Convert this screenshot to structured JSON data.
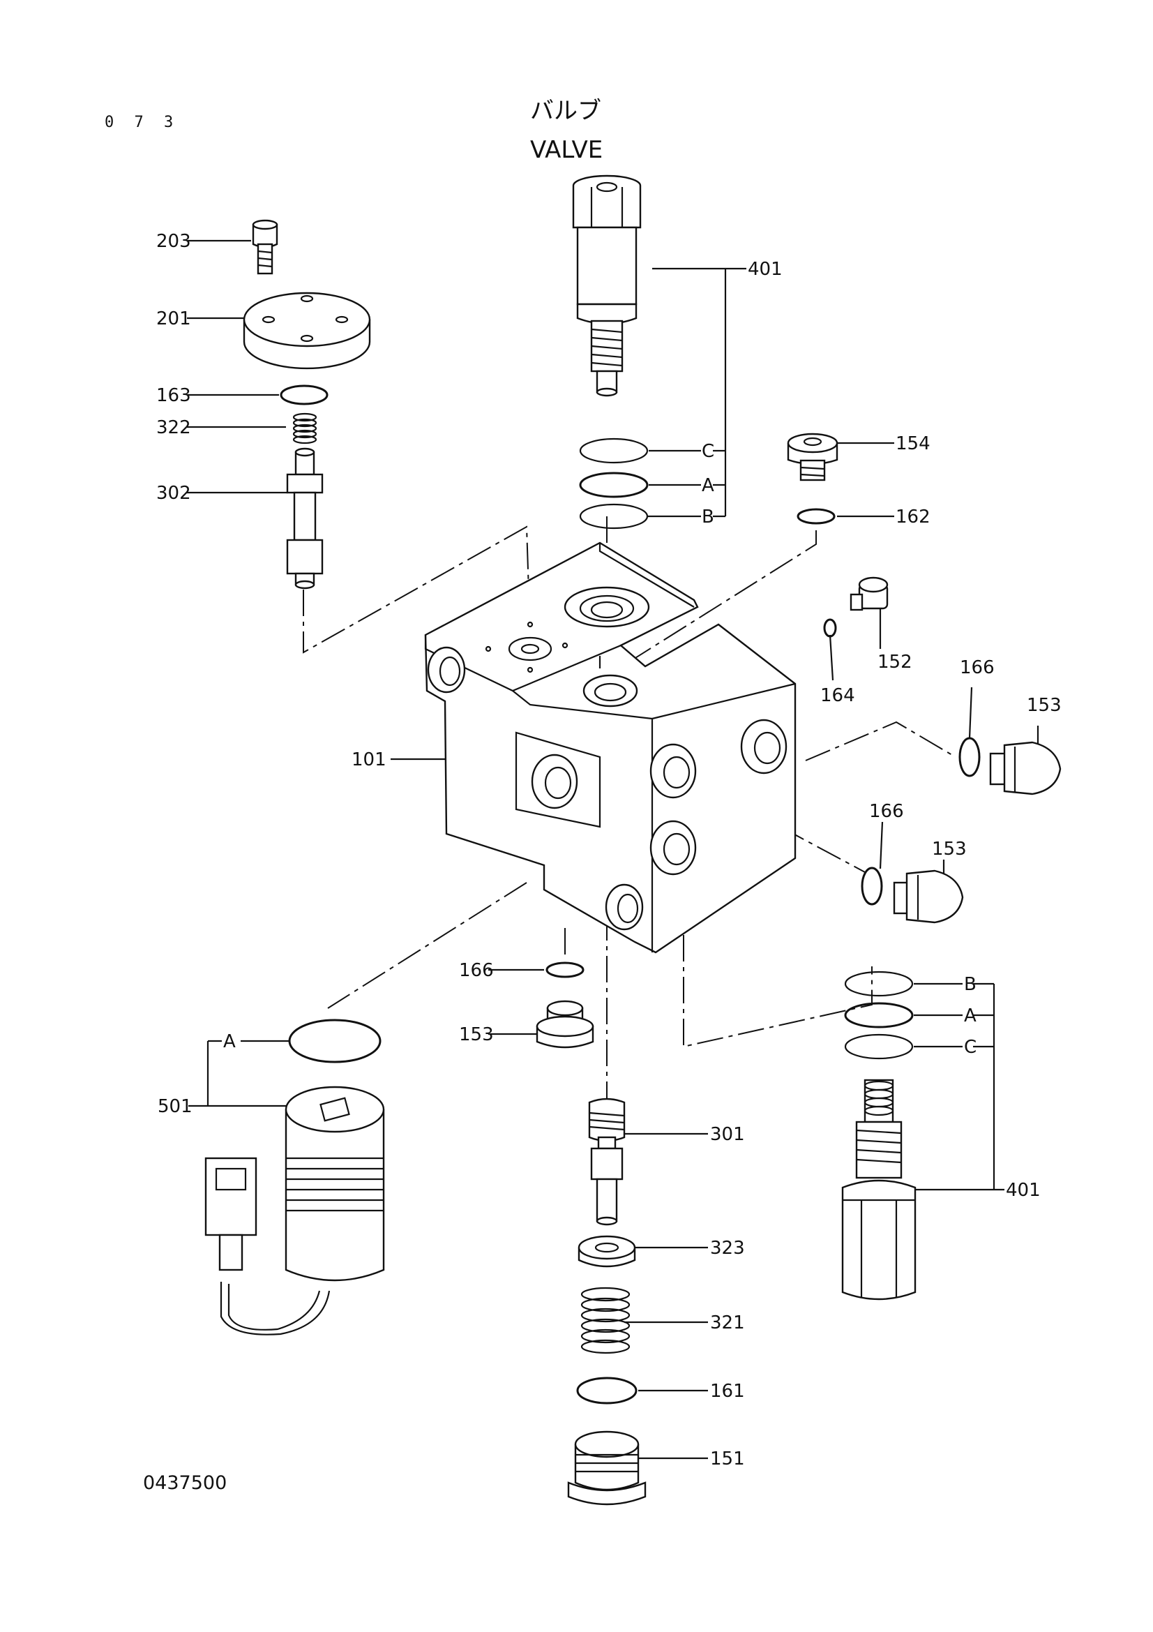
{
  "page_number": "0 7 3",
  "title_jp": "バルブ",
  "title_en": "VALVE",
  "drawing_number": "0437500",
  "callouts": {
    "c203": "203",
    "c201": "201",
    "c163": "163",
    "c322": "322",
    "c302": "302",
    "c401_top": "401",
    "c_top_C": "C",
    "c_top_A": "A",
    "c_top_B": "B",
    "c154": "154",
    "c162": "162",
    "c152": "152",
    "c164": "164",
    "c166_a": "166",
    "c153_a": "153",
    "c101": "101",
    "c166_b": "166",
    "c153_b": "153",
    "c166_c": "166",
    "c153_c": "153",
    "c_bot_B": "B",
    "c_bot_A": "A",
    "c_bot_C": "C",
    "c401_bot": "401",
    "c501_A": "A",
    "c501": "501",
    "c301": "301",
    "c323": "323",
    "c321": "321",
    "c161": "161",
    "c151": "151"
  },
  "colors": {
    "ink": "#111111",
    "paper": "#ffffff"
  }
}
